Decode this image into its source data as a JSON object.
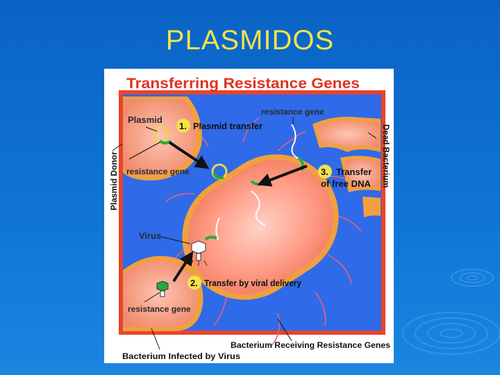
{
  "slide": {
    "title": "PLASMIDOS"
  },
  "figure": {
    "title": "Transferring Resistance Genes",
    "labels": {
      "plasmid": "Plasmid",
      "plasmid_donor": "Plasmid Donor",
      "resistance_gene_top_left": "resistance gene",
      "resistance_gene_top": "resistance gene",
      "dead_bacterium": "Dead Bacterium",
      "virus": "Virus",
      "resistance_gene_bottom_left": "resistance gene",
      "bacterium_receiving": "Bacterium Receiving Resistance Genes",
      "bacterium_infected": "Bacterium Infected by Virus"
    },
    "steps": [
      {
        "num": "1.",
        "lines": [
          "Plasmid transfer"
        ]
      },
      {
        "num": "2.",
        "lines": [
          "Transfer by viral delivery"
        ]
      },
      {
        "num": "3.",
        "lines": [
          "Transfer",
          "of free DNA"
        ]
      }
    ]
  },
  "colors": {
    "slide_bg": "#0f74d4",
    "title_yellow": "#f4e24a",
    "panel_blue": "#2f6ae8",
    "border_red": "#e8442a",
    "cell_fill": "#ffb0a0",
    "cell_wall": "#f0a040",
    "title_red": "#e2321e",
    "gene_green": "#27a844",
    "plasmid_yellow": "#e8d84a",
    "arrow_black": "#111111"
  }
}
